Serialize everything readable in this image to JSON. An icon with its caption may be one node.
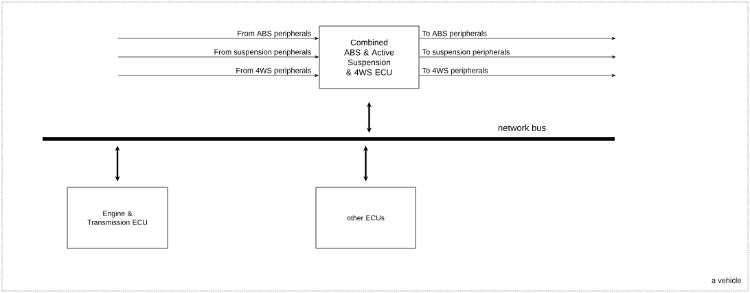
{
  "diagram": {
    "nodes": [
      {
        "text": [
          "a vehicle"
        ]
      },
      {
        "text": [
          "Combined ABS & Active Suspension & 4WS ECU"
        ],
        "in": 0
      },
      {
        "text": [
          "network bus"
        ],
        "in": 0
      },
      {
        "text": [
          "Engine & Transmission ECU"
        ],
        "in": 0
      },
      {
        "text": [
          "other ECUs"
        ],
        "in": 0
      }
    ],
    "edges": [
      {
        "from": null,
        "to": 1,
        "arrow": "to",
        "label": "From ABS peripherals"
      },
      {
        "from": null,
        "to": 1,
        "arrow": "to",
        "label": "From suspension peripherals"
      },
      {
        "from": null,
        "to": 1,
        "arrow": "to",
        "label": "From 4WS peripherals"
      },
      {
        "from": 1,
        "to": null,
        "arrow": "to",
        "label": "To ABS peripherals"
      },
      {
        "from": 1,
        "to": null,
        "arrow": "to",
        "label": "To suspension peripherals"
      },
      {
        "from": 1,
        "to": null,
        "arrow": "to",
        "label": "To 4WS peripherals"
      },
      {
        "from": 1,
        "to": 2,
        "arrow": "both",
        "style": "thick"
      },
      {
        "from": 2,
        "to": 3,
        "arrow": "both",
        "style": "thick"
      },
      {
        "from": 2,
        "to": 4,
        "arrow": "both",
        "style": "thick"
      }
    ]
  }
}
